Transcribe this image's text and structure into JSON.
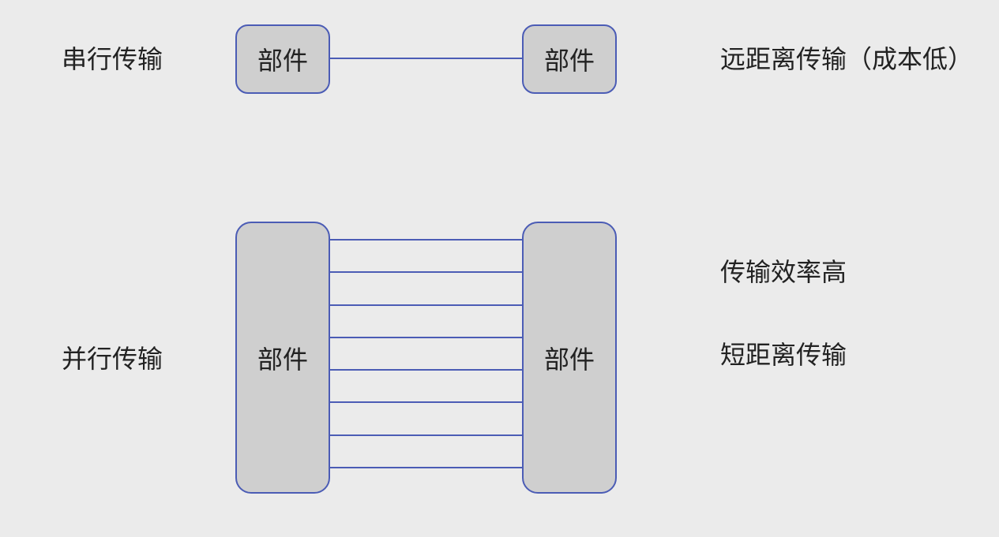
{
  "serial": {
    "label": "串行传输",
    "component_left": "部件",
    "component_right": "部件",
    "note": "远距离传输（成本低）"
  },
  "parallel": {
    "label": "并行传输",
    "component_left": "部件",
    "component_right": "部件",
    "notes": [
      "传输效率高",
      "短距离传输"
    ],
    "line_count": 8
  },
  "colors": {
    "background": "#ebebeb",
    "component_fill": "#cfcfcf",
    "connector": "#4b5cb5",
    "text": "#222222"
  }
}
